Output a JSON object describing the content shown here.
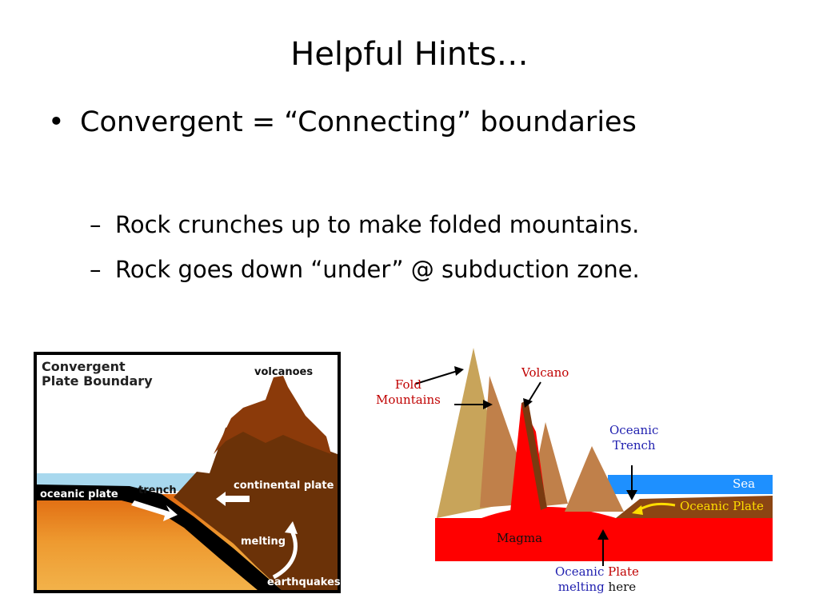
{
  "slide": {
    "title": "Helpful Hints…",
    "bullet": "Convergent = “Connecting” boundaries",
    "sub_bullets": [
      "Rock crunches up to make folded mountains.",
      "Rock goes down “under” @ subduction zone."
    ],
    "bullet_symbol": "•",
    "dash_symbol": "–"
  },
  "left_diagram": {
    "title_line1": "Convergent",
    "title_line2": "Plate Boundary",
    "volcanoes": "volcanoes",
    "oceanic_plate": "oceanic plate",
    "trench": "trench",
    "continental_plate": "continental plate",
    "melting": "melting",
    "earthquakes": "earthquakes",
    "colors": {
      "sky": "#ffffff",
      "sea": "#a8d8ee",
      "mantle": "#e8801a",
      "continent": "#6b3208",
      "volcano": "#8b3a0a",
      "plate": "#000000"
    }
  },
  "right_diagram": {
    "fold_line1": "Fold",
    "fold_line2": "Mountains",
    "volcano": "Volcano",
    "trench_line1": "Oceanic",
    "trench_line2": "Trench",
    "sea": "Sea",
    "oceanic_plate": "Oceanic Plate",
    "magma": "Magma",
    "melting_word1": "Oceanic",
    "melting_word2": "Plate",
    "melting_word3": "melting",
    "melting_word4": "here",
    "colors": {
      "magma": "#ff0000",
      "sea": "#1e90ff",
      "plate": "#8b4513",
      "mountain_light": "#c8a45a",
      "mountain_dark": "#c0804a"
    }
  }
}
